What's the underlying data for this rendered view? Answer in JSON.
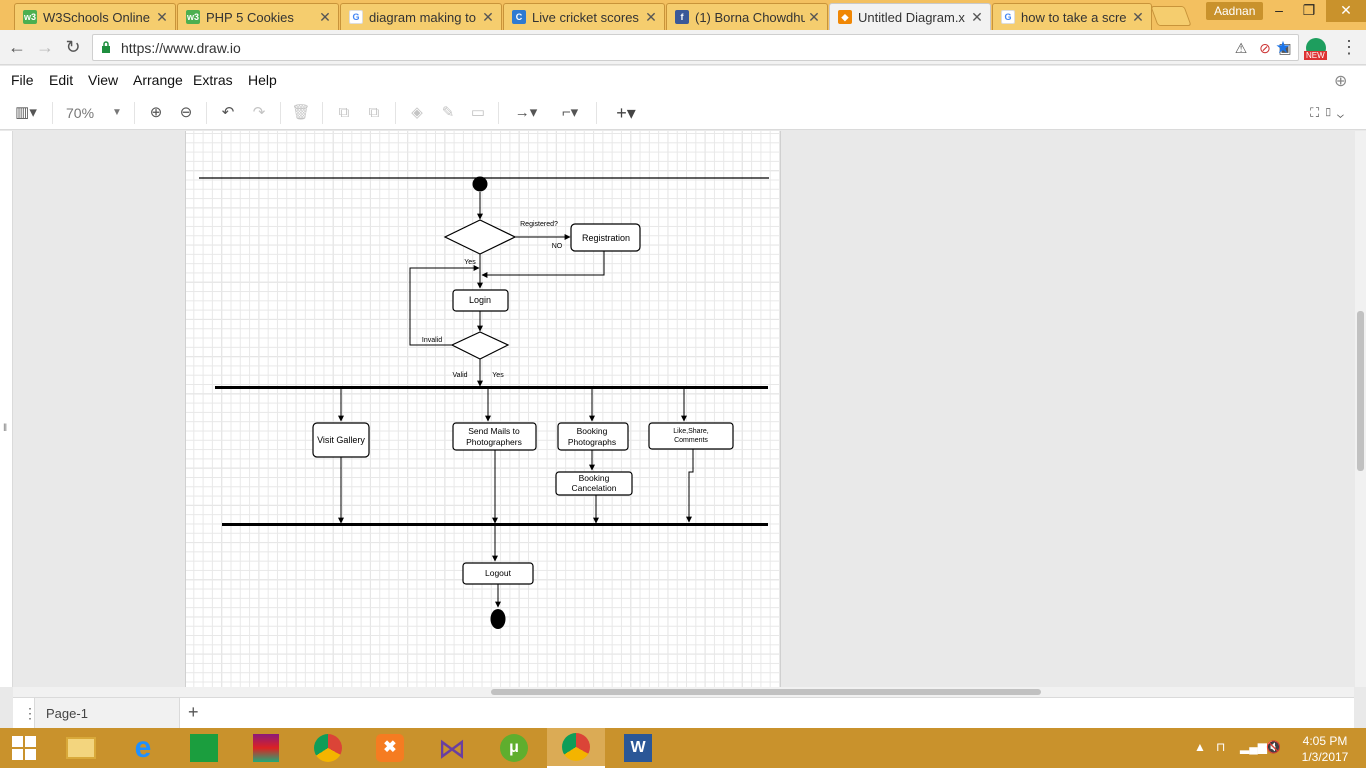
{
  "browser": {
    "tabs": [
      {
        "label": "W3Schools Online",
        "icon": "w3schools-icon",
        "color": "#4caf50"
      },
      {
        "label": "PHP 5 Cookies",
        "icon": "w3schools-icon",
        "color": "#4caf50"
      },
      {
        "label": "diagram making to",
        "icon": "google-icon",
        "color": "#4285f4"
      },
      {
        "label": "Live cricket scores",
        "icon": "cricbuzz-icon",
        "color": "#2e7ad1"
      },
      {
        "label": "(1) Borna Chowdhu",
        "icon": "facebook-icon",
        "color": "#3b5998"
      },
      {
        "label": "Untitled Diagram.x",
        "icon": "drawio-icon",
        "color": "#f08705"
      },
      {
        "label": "how to take a scre",
        "icon": "google-icon",
        "color": "#4285f4"
      }
    ],
    "profile_name": "Aadnan",
    "url": "https://www.draw.io",
    "new_badge": "NEW"
  },
  "menu": [
    "File",
    "Edit",
    "View",
    "Arrange",
    "Extras",
    "Help"
  ],
  "toolbar": {
    "zoom": "70%"
  },
  "diagram": {
    "registered_q": "Registered?",
    "no": "NO",
    "yes1": "Yes",
    "registration": "Registration",
    "login": "Login",
    "invalid": "Invalid",
    "valid": "Valid",
    "yes2": "Yes",
    "visit_gallery": "Visit Gallery",
    "send_mails_1": "Send Mails to",
    "send_mails_2": "Photographers",
    "booking_1": "Booking",
    "booking_2": "Photographs",
    "like_1": "Like,Share,",
    "like_2": "Comments",
    "cancel_1": "Booking",
    "cancel_2": "Cancelation",
    "logout": "Logout"
  },
  "pages": {
    "current": "Page-1",
    "add": "+"
  },
  "taskbar": {
    "time": "4:05 PM",
    "date": "1/3/2017"
  }
}
